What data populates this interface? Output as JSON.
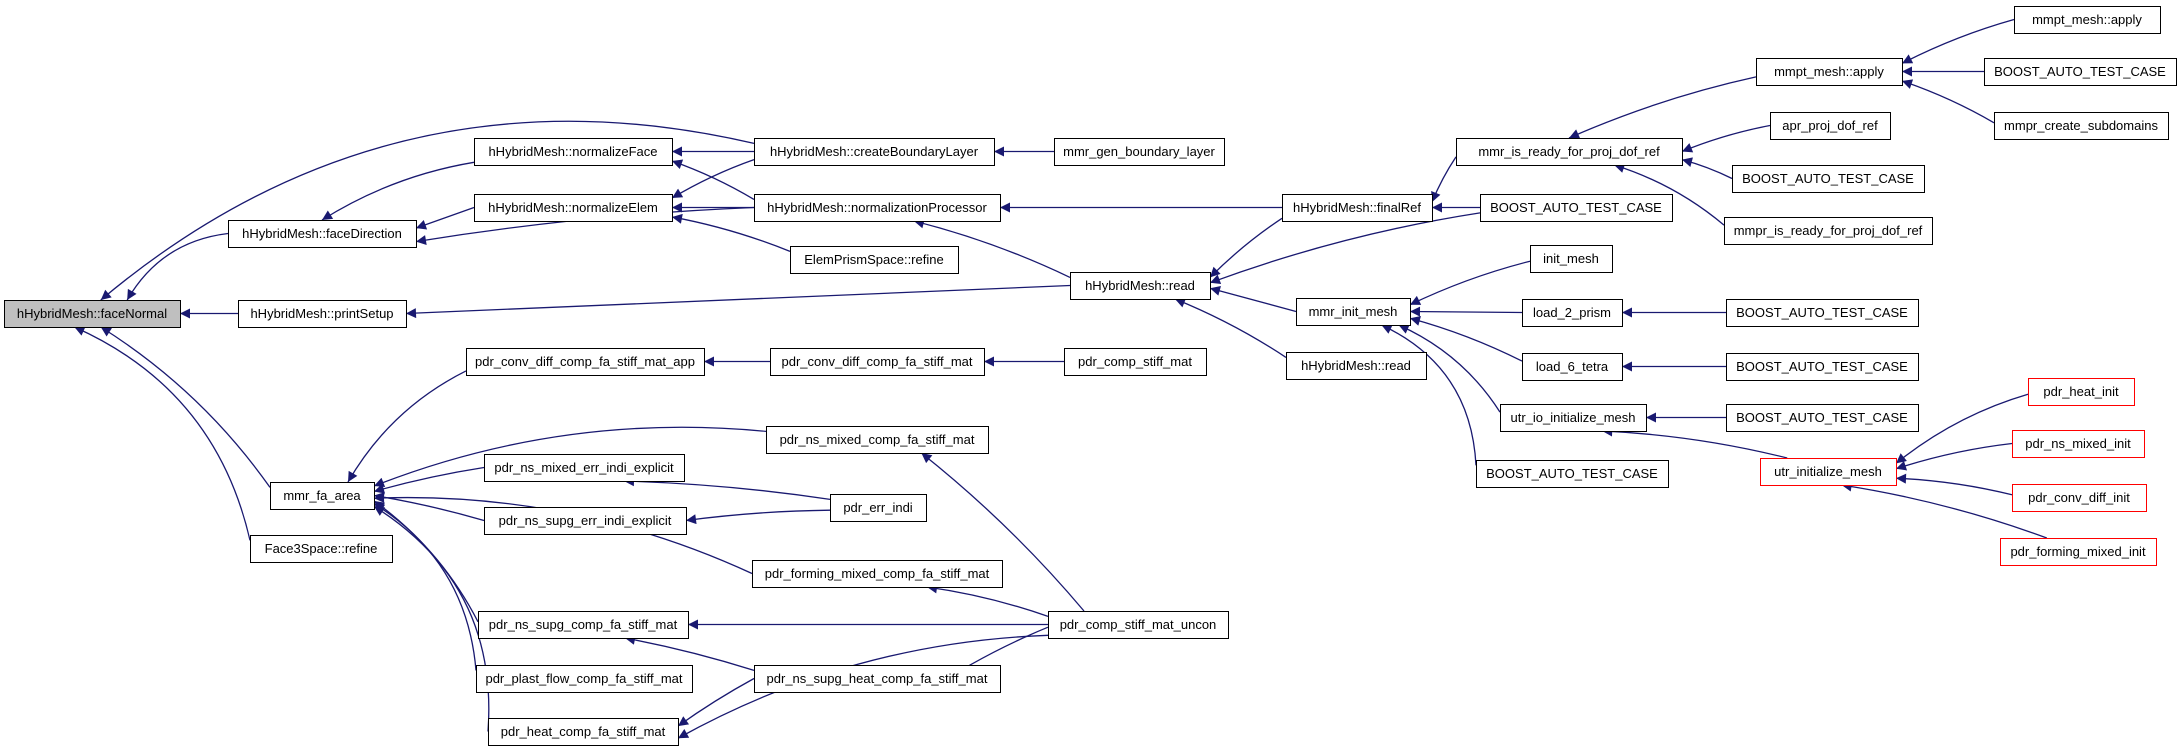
{
  "graph": {
    "colors": {
      "edge": "#191970",
      "node_border": "#000000",
      "node_border_red": "#ff0000",
      "node_fill": "#ffffff",
      "root_fill": "#bfbfbf",
      "text": "#000000"
    },
    "nodes": [
      {
        "id": "root",
        "label": "hHybridMesh::faceNormal",
        "style": "root"
      },
      {
        "id": "faceDirection",
        "label": "hHybridMesh::faceDirection"
      },
      {
        "id": "printSetup",
        "label": "hHybridMesh::printSetup"
      },
      {
        "id": "mmr_fa_area",
        "label": "mmr_fa_area"
      },
      {
        "id": "face3space_refine",
        "label": "Face3Space::refine"
      },
      {
        "id": "normalizeFace",
        "label": "hHybridMesh::normalizeFace"
      },
      {
        "id": "normalizeElem",
        "label": "hHybridMesh::normalizeElem"
      },
      {
        "id": "createBoundaryLayer",
        "label": "hHybridMesh::createBoundaryLayer"
      },
      {
        "id": "normalizationProcessor",
        "label": "hHybridMesh::normalizationProcessor"
      },
      {
        "id": "elemprism_refine",
        "label": "ElemPrismSpace::refine"
      },
      {
        "id": "mmr_gen_boundary_layer",
        "label": "mmr_gen_boundary_layer"
      },
      {
        "id": "read",
        "label": "hHybridMesh::read"
      },
      {
        "id": "read2",
        "label": "hHybridMesh::read"
      },
      {
        "id": "finalRef",
        "label": "hHybridMesh::finalRef"
      },
      {
        "id": "mmr_init_mesh",
        "label": "mmr_init_mesh"
      },
      {
        "id": "mmr_is_ready",
        "label": "mmr_is_ready_for_proj_dof_ref"
      },
      {
        "id": "batc_final",
        "label": "BOOST_AUTO_TEST_CASE"
      },
      {
        "id": "mmpt_apply",
        "label": "mmpt_mesh::apply"
      },
      {
        "id": "mmpt_apply2",
        "label": "mmpt_mesh::apply"
      },
      {
        "id": "batc_mmpt",
        "label": "BOOST_AUTO_TEST_CASE"
      },
      {
        "id": "mmpr_create_subdomains",
        "label": "mmpr_create_subdomains"
      },
      {
        "id": "apr_proj_dof_ref",
        "label": "apr_proj_dof_ref"
      },
      {
        "id": "batc_mmr_is_ready",
        "label": "BOOST_AUTO_TEST_CASE"
      },
      {
        "id": "mmpr_is_ready",
        "label": "mmpr_is_ready_for_proj_dof_ref"
      },
      {
        "id": "init_mesh",
        "label": "init_mesh"
      },
      {
        "id": "load_2_prism",
        "label": "load_2_prism"
      },
      {
        "id": "batc_load2",
        "label": "BOOST_AUTO_TEST_CASE"
      },
      {
        "id": "load_6_tetra",
        "label": "load_6_tetra"
      },
      {
        "id": "batc_load6",
        "label": "BOOST_AUTO_TEST_CASE"
      },
      {
        "id": "utr_io_initialize_mesh",
        "label": "utr_io_initialize_mesh"
      },
      {
        "id": "batc_utrio",
        "label": "BOOST_AUTO_TEST_CASE"
      },
      {
        "id": "batc_init",
        "label": "BOOST_AUTO_TEST_CASE"
      },
      {
        "id": "utr_initialize_mesh",
        "label": "utr_initialize_mesh",
        "style": "red"
      },
      {
        "id": "pdr_heat_init",
        "label": "pdr_heat_init",
        "style": "red"
      },
      {
        "id": "pdr_ns_mixed_init",
        "label": "pdr_ns_mixed_init",
        "style": "red"
      },
      {
        "id": "pdr_conv_diff_init",
        "label": "pdr_conv_diff_init",
        "style": "red"
      },
      {
        "id": "pdr_forming_mixed_init",
        "label": "pdr_forming_mixed_init",
        "style": "red"
      },
      {
        "id": "conv_diff_app",
        "label": "pdr_conv_diff_comp_fa_stiff_mat_app"
      },
      {
        "id": "conv_diff",
        "label": "pdr_conv_diff_comp_fa_stiff_mat"
      },
      {
        "id": "pdr_comp_stiff_mat",
        "label": "pdr_comp_stiff_mat"
      },
      {
        "id": "ns_mixed_comp",
        "label": "pdr_ns_mixed_comp_fa_stiff_mat"
      },
      {
        "id": "ns_mixed_err",
        "label": "pdr_ns_mixed_err_indi_explicit"
      },
      {
        "id": "ns_supg_err",
        "label": "pdr_ns_supg_err_indi_explicit"
      },
      {
        "id": "pdr_err_indi",
        "label": "pdr_err_indi"
      },
      {
        "id": "forming_mixed",
        "label": "pdr_forming_mixed_comp_fa_stiff_mat"
      },
      {
        "id": "ns_supg_comp",
        "label": "pdr_ns_supg_comp_fa_stiff_mat"
      },
      {
        "id": "unconn",
        "label": "pdr_comp_stiff_mat_uncon"
      },
      {
        "id": "plast_flow",
        "label": "pdr_plast_flow_comp_fa_stiff_mat"
      },
      {
        "id": "ns_supg_heat",
        "label": "pdr_ns_supg_heat_comp_fa_stiff_mat"
      },
      {
        "id": "heat_comp",
        "label": "pdr_heat_comp_fa_stiff_mat"
      }
    ],
    "edges": [
      {
        "from": "faceDirection",
        "to": "root"
      },
      {
        "from": "printSetup",
        "to": "root"
      },
      {
        "from": "mmr_fa_area",
        "to": "root"
      },
      {
        "from": "face3space_refine",
        "to": "root"
      },
      {
        "from": "createBoundaryLayer",
        "to": "root"
      },
      {
        "from": "normalizeFace",
        "to": "faceDirection"
      },
      {
        "from": "normalizeElem",
        "to": "faceDirection"
      },
      {
        "from": "normalizationProcessor",
        "to": "faceDirection"
      },
      {
        "from": "createBoundaryLayer",
        "to": "normalizeFace"
      },
      {
        "from": "normalizationProcessor",
        "to": "normalizeFace"
      },
      {
        "from": "createBoundaryLayer",
        "to": "normalizeElem"
      },
      {
        "from": "normalizationProcessor",
        "to": "normalizeElem"
      },
      {
        "from": "elemprism_refine",
        "to": "normalizeElem"
      },
      {
        "from": "mmr_gen_boundary_layer",
        "to": "createBoundaryLayer"
      },
      {
        "from": "finalRef",
        "to": "normalizationProcessor"
      },
      {
        "from": "read",
        "to": "normalizationProcessor"
      },
      {
        "from": "read",
        "to": "printSetup"
      },
      {
        "from": "finalRef",
        "to": "read"
      },
      {
        "from": "batc_final",
        "to": "read"
      },
      {
        "from": "mmr_init_mesh",
        "to": "read"
      },
      {
        "from": "read2",
        "to": "read"
      },
      {
        "from": "mmr_is_ready",
        "to": "finalRef"
      },
      {
        "from": "batc_final",
        "to": "finalRef"
      },
      {
        "from": "mmpt_apply",
        "to": "mmr_is_ready"
      },
      {
        "from": "apr_proj_dof_ref",
        "to": "mmr_is_ready"
      },
      {
        "from": "batc_mmr_is_ready",
        "to": "mmr_is_ready"
      },
      {
        "from": "mmpr_is_ready",
        "to": "mmr_is_ready"
      },
      {
        "from": "mmpt_apply2",
        "to": "mmpt_apply"
      },
      {
        "from": "batc_mmpt",
        "to": "mmpt_apply"
      },
      {
        "from": "mmpr_create_subdomains",
        "to": "mmpt_apply"
      },
      {
        "from": "init_mesh",
        "to": "mmr_init_mesh"
      },
      {
        "from": "load_2_prism",
        "to": "mmr_init_mesh"
      },
      {
        "from": "load_6_tetra",
        "to": "mmr_init_mesh"
      },
      {
        "from": "utr_io_initialize_mesh",
        "to": "mmr_init_mesh"
      },
      {
        "from": "batc_init",
        "to": "mmr_init_mesh"
      },
      {
        "from": "batc_load2",
        "to": "load_2_prism"
      },
      {
        "from": "batc_load6",
        "to": "load_6_tetra"
      },
      {
        "from": "batc_utrio",
        "to": "utr_io_initialize_mesh"
      },
      {
        "from": "utr_initialize_mesh",
        "to": "utr_io_initialize_mesh"
      },
      {
        "from": "pdr_heat_init",
        "to": "utr_initialize_mesh"
      },
      {
        "from": "pdr_ns_mixed_init",
        "to": "utr_initialize_mesh"
      },
      {
        "from": "pdr_conv_diff_init",
        "to": "utr_initialize_mesh"
      },
      {
        "from": "pdr_forming_mixed_init",
        "to": "utr_initialize_mesh"
      },
      {
        "from": "conv_diff_app",
        "to": "mmr_fa_area"
      },
      {
        "from": "ns_mixed_comp",
        "to": "mmr_fa_area"
      },
      {
        "from": "ns_mixed_err",
        "to": "mmr_fa_area"
      },
      {
        "from": "ns_supg_err",
        "to": "mmr_fa_area"
      },
      {
        "from": "forming_mixed",
        "to": "mmr_fa_area"
      },
      {
        "from": "ns_supg_comp",
        "to": "mmr_fa_area"
      },
      {
        "from": "plast_flow",
        "to": "mmr_fa_area"
      },
      {
        "from": "heat_comp",
        "to": "mmr_fa_area"
      },
      {
        "from": "conv_diff",
        "to": "conv_diff_app"
      },
      {
        "from": "pdr_comp_stiff_mat",
        "to": "conv_diff"
      },
      {
        "from": "unconn",
        "to": "ns_mixed_comp"
      },
      {
        "from": "pdr_err_indi",
        "to": "ns_mixed_err"
      },
      {
        "from": "pdr_err_indi",
        "to": "ns_supg_err"
      },
      {
        "from": "unconn",
        "to": "forming_mixed"
      },
      {
        "from": "unconn",
        "to": "ns_supg_comp"
      },
      {
        "from": "ns_supg_heat",
        "to": "ns_supg_comp"
      },
      {
        "from": "unconn",
        "to": "ns_supg_heat"
      },
      {
        "from": "ns_supg_heat",
        "to": "heat_comp"
      },
      {
        "from": "unconn",
        "to": "heat_comp"
      }
    ]
  }
}
